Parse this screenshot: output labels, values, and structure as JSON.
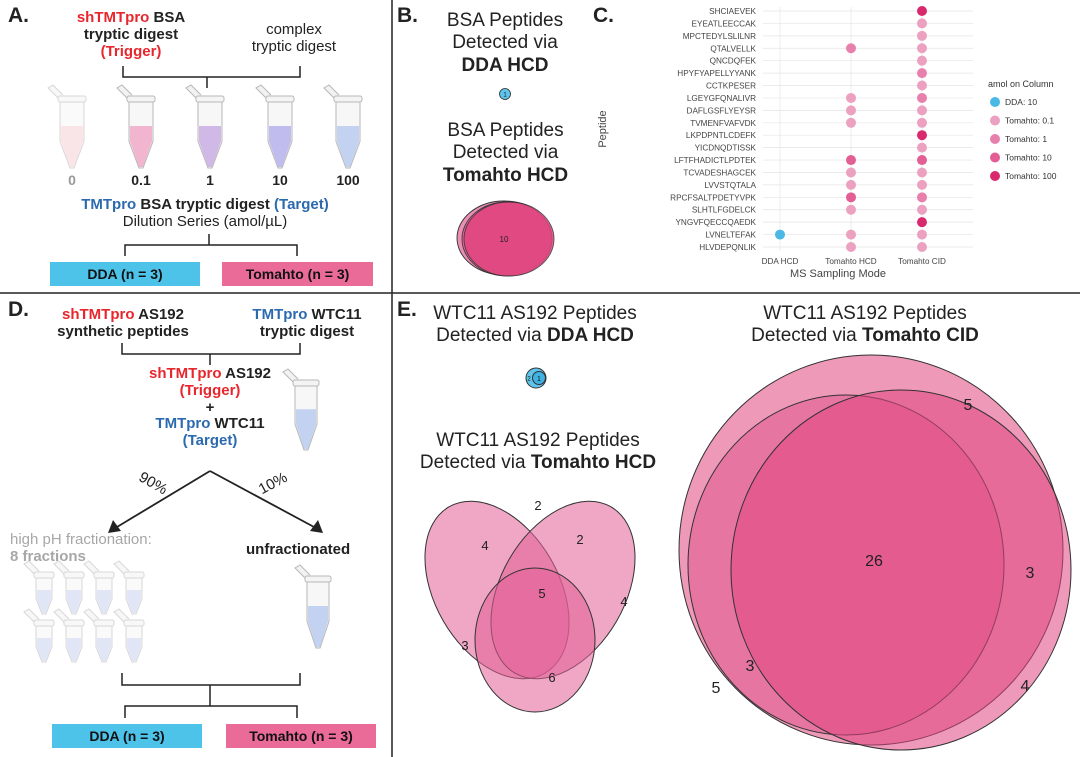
{
  "panelA": {
    "letter": "A.",
    "trigger_line1_red": "shTMTpro",
    "trigger_line1_rest": " BSA",
    "trigger_line2": "tryptic digest",
    "trigger_line3": "(Trigger)",
    "complex_line1": "complex",
    "complex_line2": "tryptic digest",
    "dilutions": [
      "0",
      "0.1",
      "1",
      "10",
      "100"
    ],
    "target_blue": "TMTpro",
    "target_mid": " BSA tryptic digest ",
    "target_paren": "(Target)",
    "dilution_series": "Dilution Series (amol/µL)",
    "dda_badge": "DDA (n = 3)",
    "tom_badge": "Tomahto (n = 3)"
  },
  "panelB": {
    "letter": "B.",
    "title1_line1": "BSA Peptides",
    "title1_line2": "Detected via",
    "title1_line3": "DDA HCD",
    "dda_count": "1",
    "title2_line1": "BSA Peptides",
    "title2_line2": "Detected via",
    "title2_line3": "Tomahto HCD",
    "tom_count": "10"
  },
  "panelC": {
    "letter": "C.",
    "ylabel": "Peptide",
    "xlabel": "MS Sampling Mode",
    "legend_title": "amol on Column",
    "legend_items": [
      "DDA: 10",
      "Tomahto: 0.1",
      "Tomahto: 1",
      "Tomahto: 10",
      "Tomahto: 100"
    ],
    "colors": [
      "#4ab9e6",
      "#eca1c0",
      "#e880ad",
      "#e25e95",
      "#d9296e"
    ]
  },
  "chart_data": {
    "type": "scatter",
    "title": "",
    "xlabel": "MS Sampling Mode",
    "ylabel": "Peptide",
    "categories_x": [
      "DDA HCD",
      "Tomahto HCD",
      "Tomahto CID"
    ],
    "categories_y": [
      "SHCIAEVEK",
      "EYEATLEECCAK",
      "MPCTEDYLSLILNR",
      "QTALVELLK",
      "QNCDQFEK",
      "HPYFYAPELLYYANK",
      "CCTKPESER",
      "LGEYGFQNALIVR",
      "DAFLGSFLYEYSR",
      "TVMENFVAFVDK",
      "LKPDPNTLCDEFK",
      "YICDNQDTISSK",
      "LFTFHADICTLPDTEK",
      "TCVADESHAGCEK",
      "LVVSTQTALA",
      "RPCFSALTPDETYVPK",
      "SLHTLFGDELCK",
      "YNGVFQECCQAEDK",
      "LVNELTEFAK",
      "HLVDEPQNLIK"
    ],
    "legend": "right",
    "grid": true,
    "series": [
      {
        "name": "DDA: 10",
        "points": [
          [
            "DDA HCD",
            "LVNELTEFAK"
          ]
        ]
      },
      {
        "name": "Tomahto: 0.1",
        "points": [
          [
            "Tomahto CID",
            "EYEATLEECCAK"
          ],
          [
            "Tomahto CID",
            "MPCTEDYLSLILNR"
          ],
          [
            "Tomahto CID",
            "QTALVELLK"
          ],
          [
            "Tomahto CID",
            "QNCDQFEK"
          ],
          [
            "Tomahto CID",
            "CCTKPESER"
          ],
          [
            "Tomahto CID",
            "DAFLGSFLYEYSR"
          ],
          [
            "Tomahto CID",
            "TVMENFVAFVDK"
          ],
          [
            "Tomahto CID",
            "YICDNQDTISSK"
          ],
          [
            "Tomahto CID",
            "TCVADESHAGCEK"
          ],
          [
            "Tomahto CID",
            "LVVSTQTALA"
          ],
          [
            "Tomahto CID",
            "SLHTLFGDELCK"
          ],
          [
            "Tomahto CID",
            "LVNELTEFAK"
          ],
          [
            "Tomahto CID",
            "HLVDEPQNLIK"
          ],
          [
            "Tomahto HCD",
            "LGEYGFQNALIVR"
          ],
          [
            "Tomahto HCD",
            "DAFLGSFLYEYSR"
          ],
          [
            "Tomahto HCD",
            "TVMENFVAFVDK"
          ],
          [
            "Tomahto HCD",
            "TCVADESHAGCEK"
          ],
          [
            "Tomahto HCD",
            "LVVSTQTALA"
          ],
          [
            "Tomahto HCD",
            "SLHTLFGDELCK"
          ],
          [
            "Tomahto HCD",
            "LVNELTEFAK"
          ],
          [
            "Tomahto HCD",
            "HLVDEPQNLIK"
          ]
        ]
      },
      {
        "name": "Tomahto: 1",
        "points": [
          [
            "Tomahto HCD",
            "QTALVELLK"
          ],
          [
            "Tomahto CID",
            "HPYFYAPELLYYANK"
          ],
          [
            "Tomahto CID",
            "LGEYGFQNALIVR"
          ],
          [
            "Tomahto CID",
            "RPCFSALTPDETYVPK"
          ]
        ]
      },
      {
        "name": "Tomahto: 10",
        "points": [
          [
            "Tomahto HCD",
            "LFTFHADICTLPDTEK"
          ],
          [
            "Tomahto HCD",
            "RPCFSALTPDETYVPK"
          ],
          [
            "Tomahto CID",
            "LFTFHADICTLPDTEK"
          ]
        ]
      },
      {
        "name": "Tomahto: 100",
        "points": [
          [
            "Tomahto CID",
            "SHCIAEVEK"
          ],
          [
            "Tomahto CID",
            "LKPDPNTLCDEFK"
          ],
          [
            "Tomahto CID",
            "YNGVFQECCQAEDK"
          ]
        ]
      }
    ]
  },
  "panelD": {
    "letter": "D.",
    "trig_red": "shTMTpro",
    "trig_rest": " AS192",
    "trig_line2": "synthetic peptides",
    "tgt_blue": "TMTpro",
    "tgt_rest": " WTC11",
    "tgt_line2": "tryptic digest",
    "mix_red": "shTMTpro",
    "mix_rest": " AS192",
    "mix_trigger": "(Trigger)",
    "mix_plus": "+",
    "mix_blue": "TMTpro",
    "mix_rest2": " WTC11",
    "mix_target": "(Target)",
    "pct_left": "90%",
    "pct_right": "10%",
    "frac_line1": "high pH fractionation:",
    "frac_line2": "8 fractions",
    "unfrac": "unfractionated",
    "dda_badge": "DDA (n = 3)",
    "tom_badge": "Tomahto (n = 3)"
  },
  "panelE": {
    "letter": "E.",
    "dda_title1": "WTC11 AS192 Peptides",
    "dda_title2_pre": "Detected via ",
    "dda_title2_bold": "DDA HCD",
    "dda_left": "2",
    "dda_center": "1",
    "hcd_title1": "WTC11 AS192 Peptides",
    "hcd_title2_pre": "Detected via ",
    "hcd_title2_bold": "Tomahto HCD",
    "hcd_counts": [
      "2",
      "4",
      "2",
      "5",
      "4",
      "3",
      "6"
    ],
    "cid_title1": "WTC11 AS192 Peptides",
    "cid_title2_pre": "Detected via ",
    "cid_title2_bold": "Tomahto CID",
    "cid_counts": [
      "5",
      "26",
      "3",
      "3",
      "5",
      "4"
    ]
  }
}
